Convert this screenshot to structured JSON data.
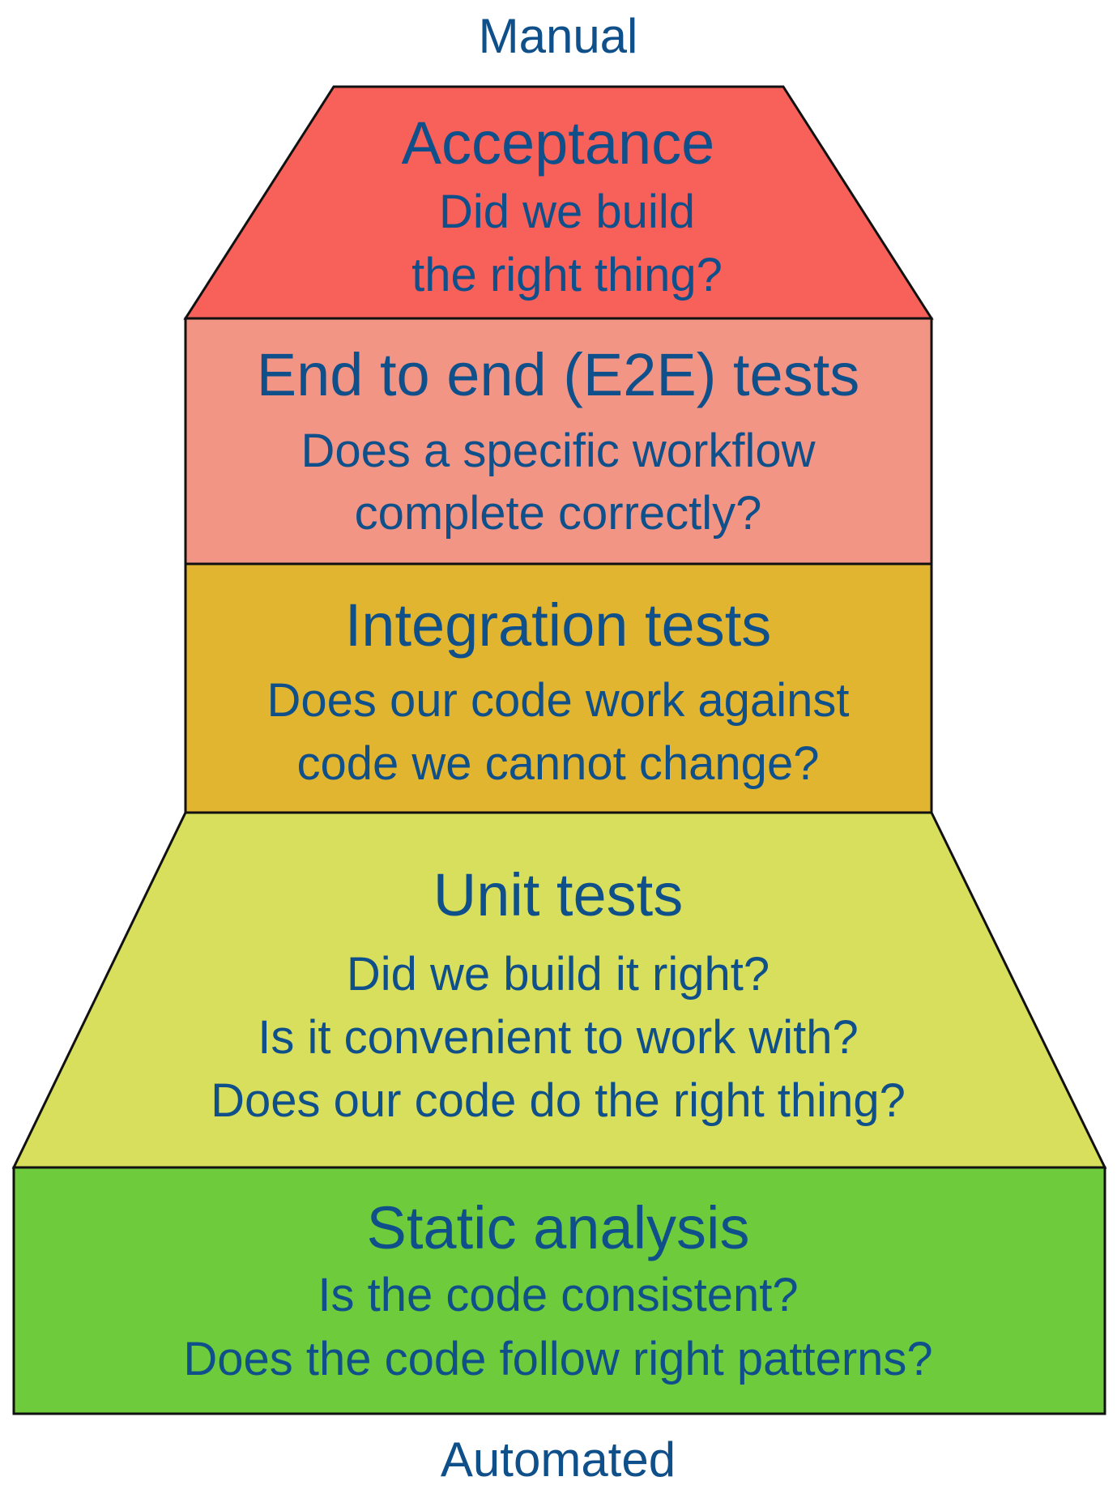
{
  "top_label": "Manual",
  "bottom_label": "Automated",
  "colors": {
    "text": "#0f4f8a",
    "acceptance": "#f8605a",
    "e2e": "#f29585",
    "integration": "#e2b531",
    "unit": "#d8df5c",
    "static": "#6ecb3b"
  },
  "layers": [
    {
      "title": "Acceptance",
      "lines": [
        "Did we build",
        "the right thing?"
      ]
    },
    {
      "title": "End to end (E2E) tests",
      "lines": [
        "Does a specific workflow",
        "complete correctly?"
      ]
    },
    {
      "title": "Integration tests",
      "lines": [
        "Does our code work against",
        "code we cannot change?"
      ]
    },
    {
      "title": "Unit tests",
      "lines": [
        "Did we build it right?",
        "Is it convenient to work with?",
        "Does our code do the right thing?"
      ]
    },
    {
      "title": "Static analysis",
      "lines": [
        "Is the code consistent?",
        "Does the code follow right patterns?"
      ]
    }
  ]
}
